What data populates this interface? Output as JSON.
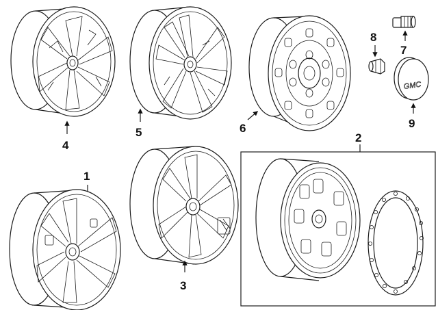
{
  "callouts": {
    "c1": "1",
    "c2": "2",
    "c3": "3",
    "c4": "4",
    "c5": "5",
    "c6": "6",
    "c7": "7",
    "c8": "8",
    "c9": "9"
  },
  "cap_logo": "GMC"
}
